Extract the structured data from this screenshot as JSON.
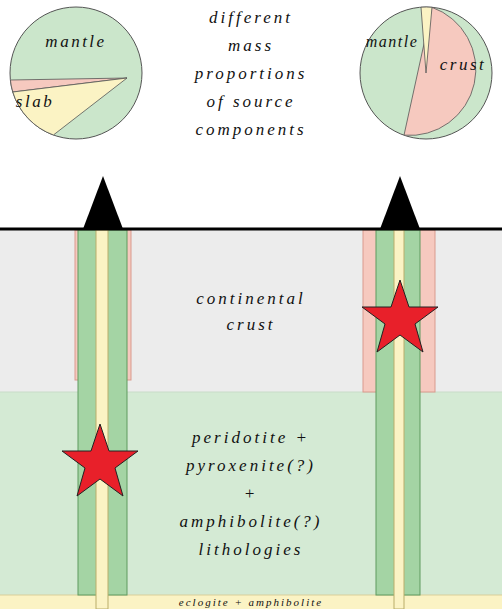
{
  "diagram": {
    "nodes": [
      {
        "text": [
          "mantle",
          "slab"
        ]
      },
      {
        "text": [
          "mantle",
          "crust"
        ]
      },
      {
        "text": [
          "continental crust"
        ]
      },
      {
        "text": [
          "peridotite + pyroxenite(?) + amphibolite(?) lithologies"
        ]
      },
      {
        "text": [
          "eclogite + amphibolite"
        ]
      }
    ],
    "labels": [
      "different mass proportions of source components"
    ]
  }
}
